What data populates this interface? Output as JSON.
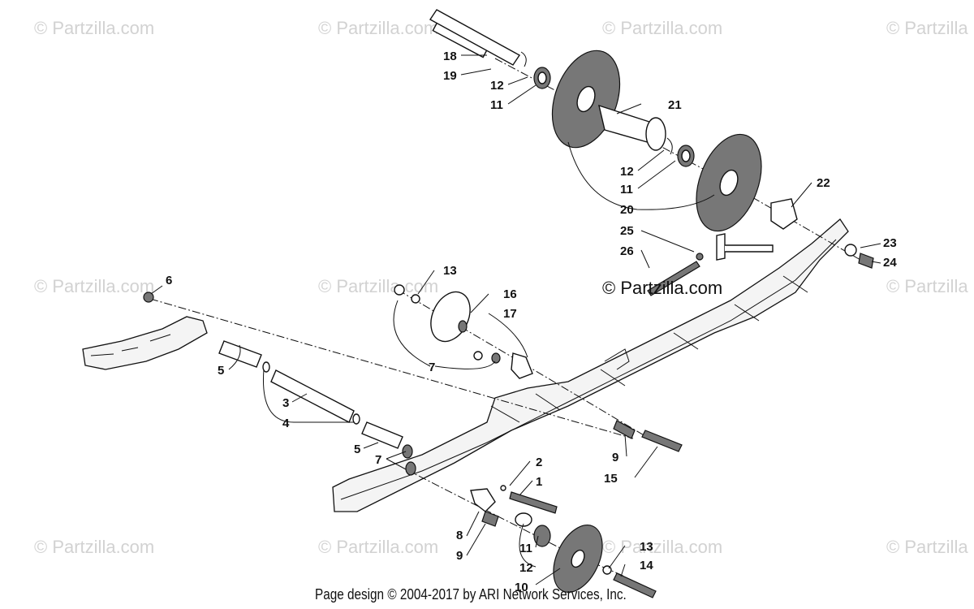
{
  "watermark": {
    "text": "© Partzilla.com",
    "text_cut": "© Partzilla",
    "center_text": "© Partzilla.com"
  },
  "footer": "Page design © 2004-2017 by ARI Network Services, Inc.",
  "callouts": {
    "c18": "18",
    "c19": "19",
    "c12a": "12",
    "c11a": "11",
    "c21": "21",
    "c12b": "12",
    "c11b": "11",
    "c20": "20",
    "c22": "22",
    "c25": "25",
    "c26": "26",
    "c23": "23",
    "c24": "24",
    "c6": "6",
    "c13a": "13",
    "c16": "16",
    "c17": "17",
    "c7a": "7",
    "c5a": "5",
    "c3": "3",
    "c4": "4",
    "c5b": "5",
    "c7b": "7",
    "c2": "2",
    "c1": "1",
    "c9a": "9",
    "c15": "15",
    "c8": "8",
    "c9b": "9",
    "c11c": "11",
    "c12c": "12",
    "c10": "10",
    "c13b": "13",
    "c14": "14"
  }
}
